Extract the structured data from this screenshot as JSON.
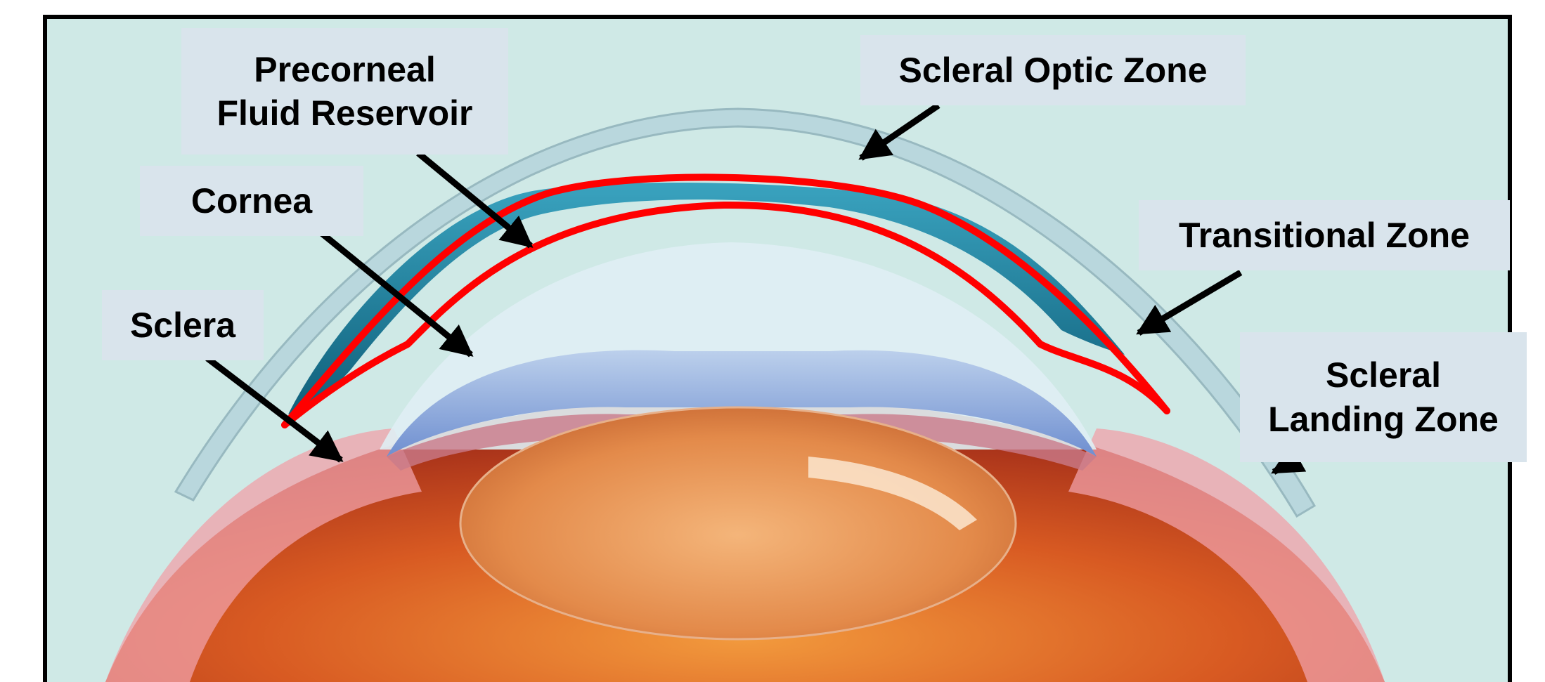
{
  "diagram": {
    "labels": {
      "precorneal": {
        "line1": "Precorneal",
        "line2": "Fluid Reservoir"
      },
      "cornea": {
        "text": "Cornea"
      },
      "sclera": {
        "text": "Sclera"
      },
      "scleral_optic_zone": {
        "text": "Scleral Optic Zone"
      },
      "transitional_zone": {
        "text": "Transitional Zone"
      },
      "scleral_landing_zone": {
        "line1": "Scleral",
        "line2": "Landing Zone"
      }
    },
    "colors": {
      "background": "#cfe9e6",
      "frame": "#000000",
      "outline": "#ff0000",
      "reservoir": "#1d7f9a",
      "label_box": "#d9e4ec",
      "arrow": "#000000"
    }
  }
}
